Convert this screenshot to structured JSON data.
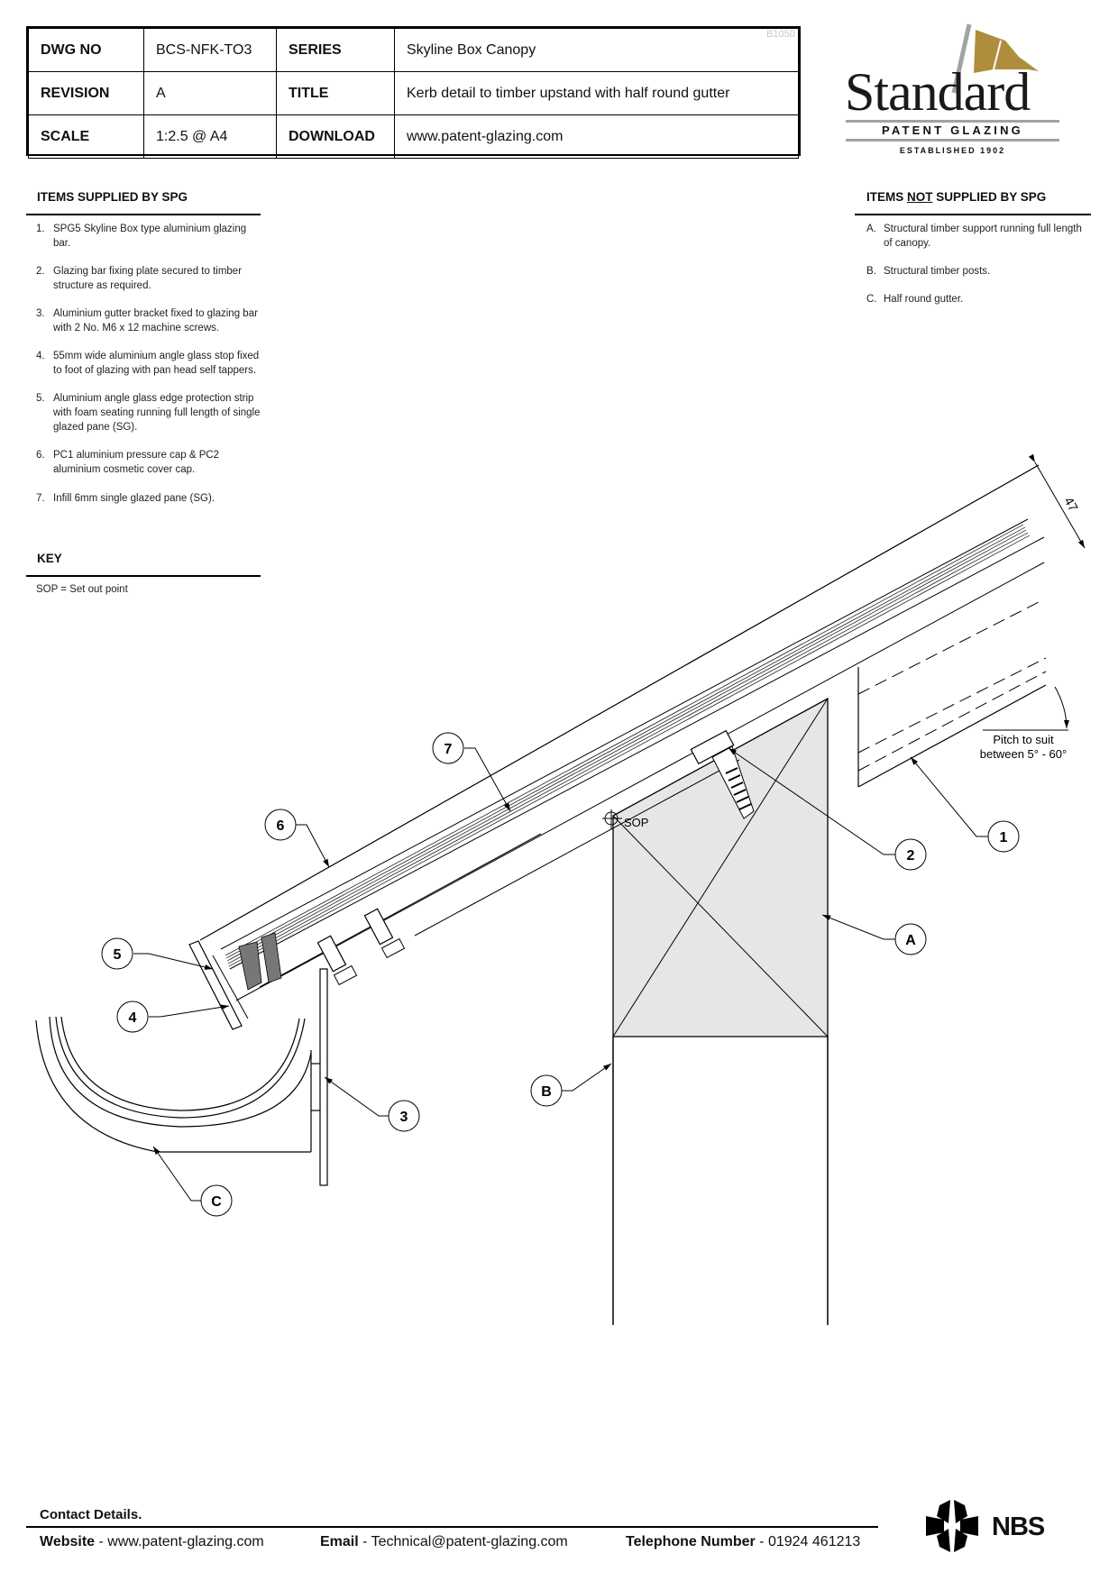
{
  "title_block": {
    "rows": [
      {
        "label1": "DWG NO",
        "value1": "BCS-NFK-TO3",
        "label2": "SERIES",
        "value2": "Skyline Box Canopy"
      },
      {
        "label1": "REVISION",
        "value1": "A",
        "label2": "TITLE",
        "value2": "Kerb detail to timber upstand with half round gutter"
      },
      {
        "label1": "SCALE",
        "value1": "1:2.5 @ A4",
        "label2": "DOWNLOAD",
        "value2": "www.patent-glazing.com"
      }
    ],
    "watermark": "B1050"
  },
  "logo": {
    "wordmark": "Standard",
    "subtitle": "PATENT GLAZING",
    "established": "ESTABLISHED 1902",
    "colors": {
      "flag": "#b08d3c",
      "pole": "#9ea4a2",
      "rules": "#9ea4a2"
    }
  },
  "items_supplied": {
    "heading": "ITEMS SUPPLIED BY SPG",
    "items": [
      {
        "num": "1.",
        "lines": [
          "SPG5 Skyline Box type aluminium glazing",
          "bar."
        ]
      },
      {
        "num": "2.",
        "lines": [
          "Glazing bar fixing plate secured to timber",
          "structure as required."
        ]
      },
      {
        "num": "3.",
        "lines": [
          "Aluminium gutter bracket fixed to glazing bar",
          "with 2 No. M6 x 12 machine screws."
        ]
      },
      {
        "num": "4.",
        "lines": [
          "55mm wide aluminium angle glass stop fixed",
          "to foot of glazing with pan head self tappers."
        ]
      },
      {
        "num": "5.",
        "lines": [
          "Aluminium angle glass edge protection strip",
          "with foam seating running full length of single",
          "glazed pane (SG)."
        ]
      },
      {
        "num": "6.",
        "lines": [
          "PC1 aluminium pressure cap & PC2",
          "aluminium cosmetic cover cap."
        ]
      },
      {
        "num": "7.",
        "lines": [
          "Infill 6mm single glazed pane (SG)."
        ]
      }
    ]
  },
  "key": {
    "heading": "KEY",
    "entries": [
      "SOP = Set out point"
    ]
  },
  "items_not_supplied": {
    "heading_pre": "ITEMS ",
    "heading_underlined": "NOT",
    "heading_post": " SUPPLIED BY SPG",
    "items": [
      {
        "num": "A.",
        "lines": [
          "Structural timber support running full length",
          "of canopy."
        ]
      },
      {
        "num": "B.",
        "lines": [
          "Structural timber posts."
        ]
      },
      {
        "num": "C.",
        "lines": [
          "Half round gutter."
        ]
      }
    ]
  },
  "drawing": {
    "dimension": "47",
    "pitch_note": [
      "Pitch to suit",
      "between 5° - 60°"
    ],
    "sop_label": "SOP",
    "callouts": [
      "1",
      "2",
      "3",
      "4",
      "5",
      "6",
      "7",
      "A",
      "B",
      "C"
    ],
    "timber_fill": "#e6e6e6"
  },
  "footer": {
    "heading": "Contact Details.",
    "website_label": "Website",
    "website": "www.patent-glazing.com",
    "email_label": "Email",
    "email": "Technical@patent-glazing.com",
    "phone_label": "Telephone Number",
    "phone": "01924 461213",
    "separator": "-",
    "nbs": "NBS"
  }
}
